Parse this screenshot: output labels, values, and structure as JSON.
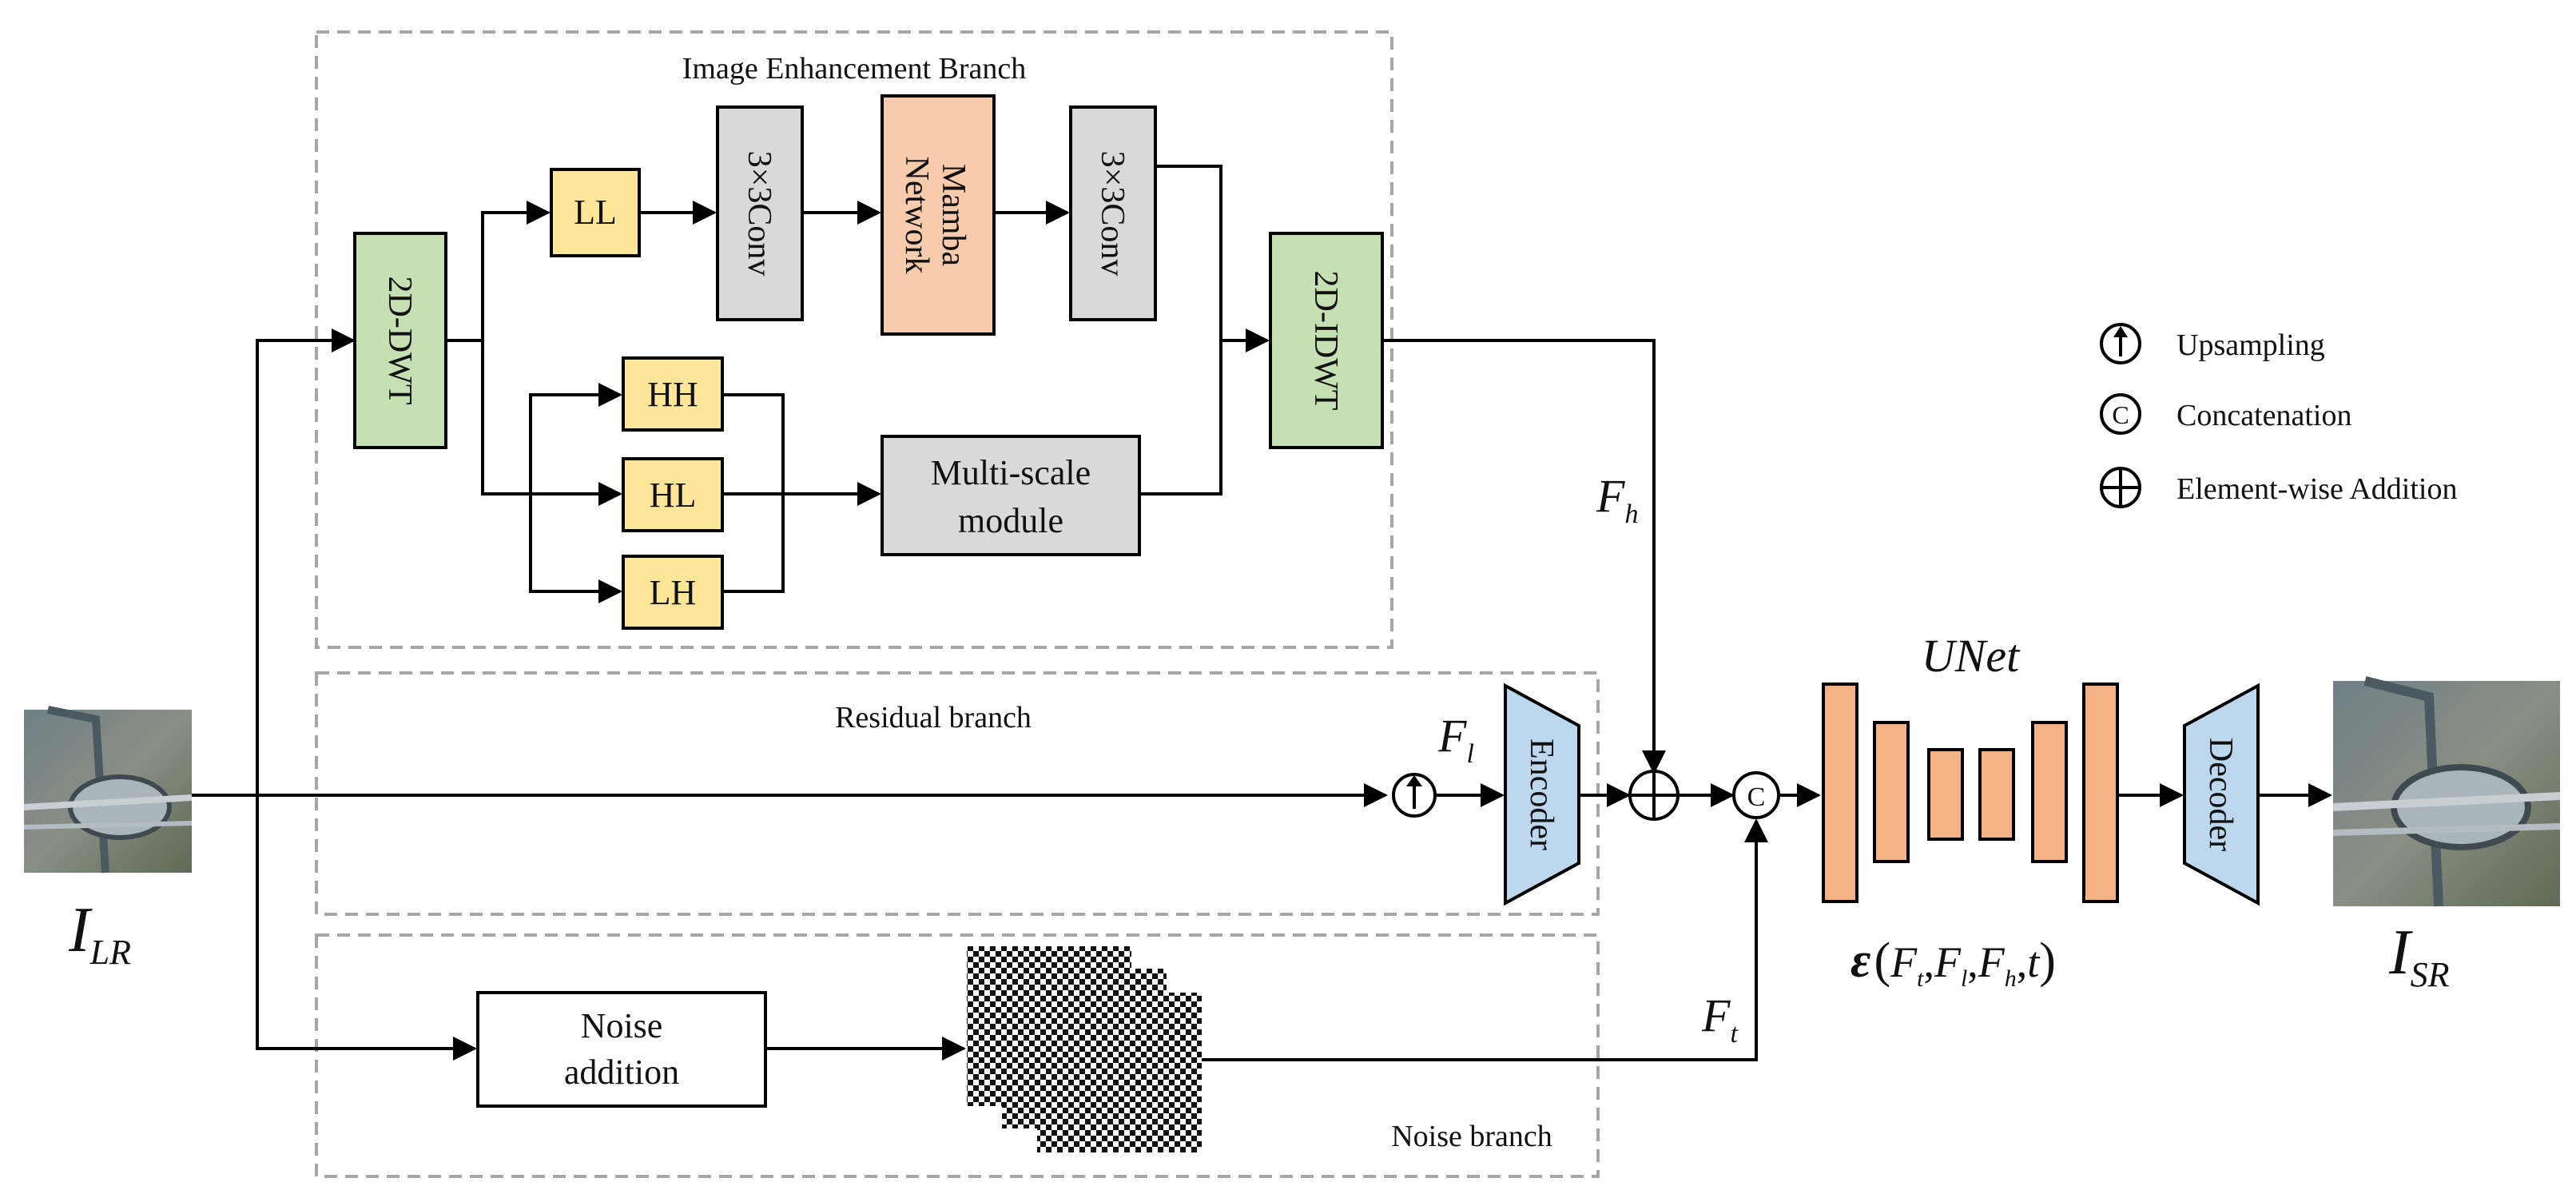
{
  "branches": {
    "enhancement": "Image Enhancement Branch",
    "residual": "Residual branch",
    "noise": "Noise branch"
  },
  "blocks": {
    "dwt": "2D-DWT",
    "ll": "LL",
    "conv1": "3×3Conv",
    "mamba_line1": "Mamba",
    "mamba_line2": "Network",
    "conv2": "3×3Conv",
    "idwt": "2D-IDWT",
    "hh": "HH",
    "hl": "HL",
    "lh": "LH",
    "multiscale_line1": "Multi-scale",
    "multiscale_line2": "module",
    "encoder": "Encoder",
    "decoder": "Decoder",
    "noise_line1": "Noise",
    "noise_line2": "addition"
  },
  "symbols": {
    "concat_glyph": "C"
  },
  "labels": {
    "input_main": "I",
    "input_sub": "LR",
    "output_main": "I",
    "output_sub": "SR",
    "fh_main": "F",
    "fh_sub": "h",
    "fl_main": "F",
    "fl_sub": "l",
    "ft_main": "F",
    "ft_sub": "t",
    "unet": "UNet",
    "eps": "ε",
    "formula_open": "(",
    "formula_close": ")",
    "formula_ft": "F",
    "formula_ft_sub": "t",
    "formula_fl": "F",
    "formula_fl_sub": "l",
    "formula_fh": "F",
    "formula_fh_sub": "h",
    "formula_t": "t",
    "comma": ","
  },
  "legend": {
    "upsampling": "Upsampling",
    "concatenation": "Concatenation",
    "addition": "Element-wise Addition"
  },
  "colors": {
    "dwt_green": "#c6e0b4",
    "ll_yellow": "#ffe699",
    "conv_gray": "#d9d9d9",
    "mamba_orange": "#f8cbad",
    "unet_orange": "#f4b183",
    "encoder_blue": "#bdd7ee",
    "branch_border": "#a6a6a6"
  },
  "icons": {
    "upsampling": "circle-up-arrow-icon",
    "concatenation": "circle-c-icon",
    "addition": "circle-plus-icon"
  }
}
